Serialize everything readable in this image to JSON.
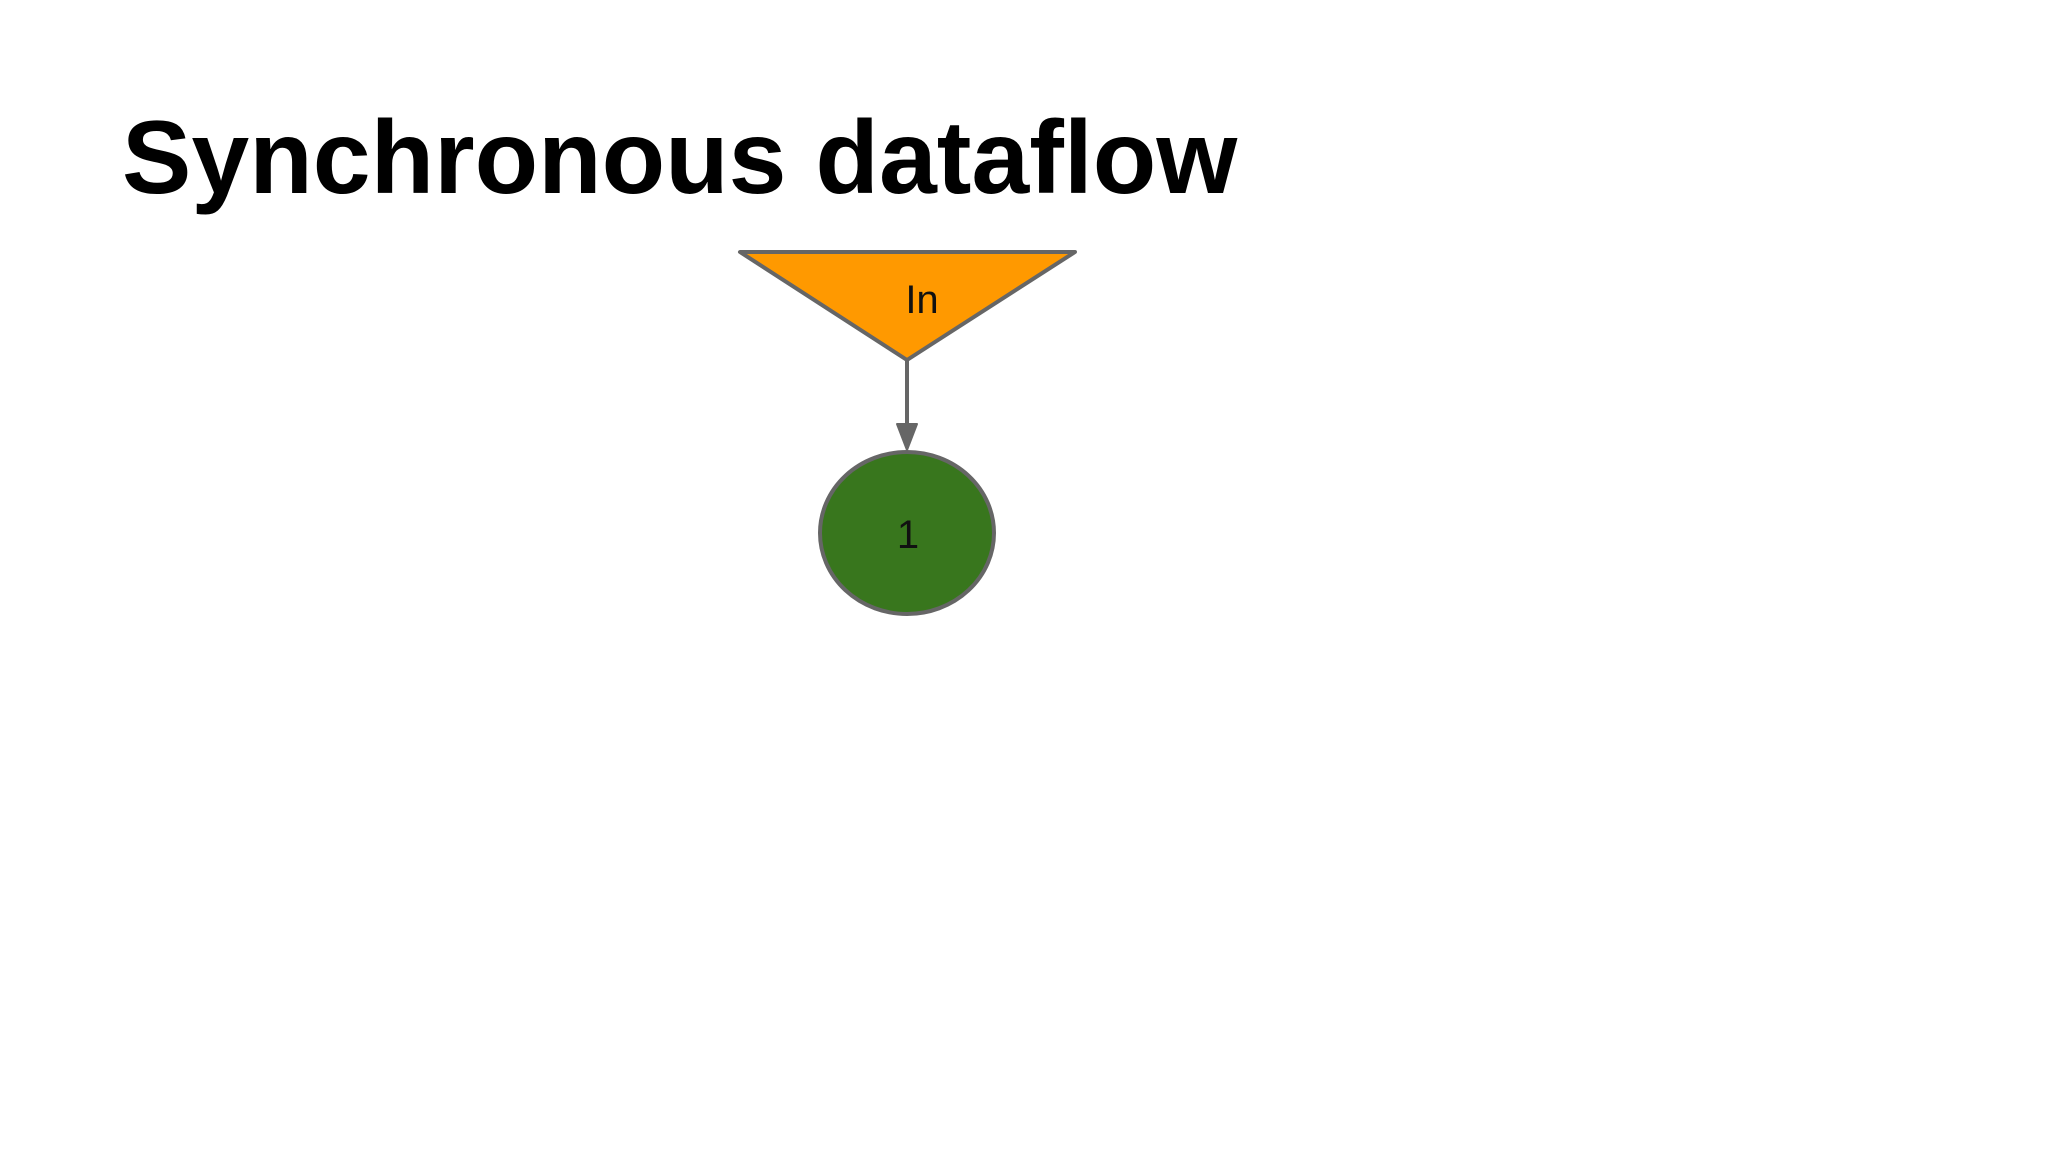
{
  "slide": {
    "title": "Synchronous dataflow"
  },
  "diagram": {
    "nodes": [
      {
        "id": "input",
        "shape": "inverted-triangle",
        "label": "In",
        "fill": "#FF9900"
      },
      {
        "id": "actor-1",
        "shape": "ellipse",
        "label": "1",
        "fill": "#38761D"
      }
    ],
    "edges": [
      {
        "from": "input",
        "to": "actor-1"
      }
    ],
    "stroke_color": "#666666"
  }
}
